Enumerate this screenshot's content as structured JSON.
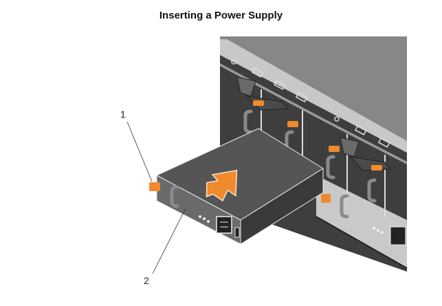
{
  "title": "Inserting a Power Supply",
  "callouts": [
    {
      "label": "1",
      "target": "release-latch"
    },
    {
      "label": "2",
      "target": "power-supply"
    }
  ],
  "colors": {
    "accent_orange": "#f08a2c",
    "chassis_top": "#878787",
    "psu_top": "#555555",
    "psu_front": "#6a6a6a",
    "bay_dark": "#3c3c3c",
    "panel_light": "#c9c9c9"
  }
}
